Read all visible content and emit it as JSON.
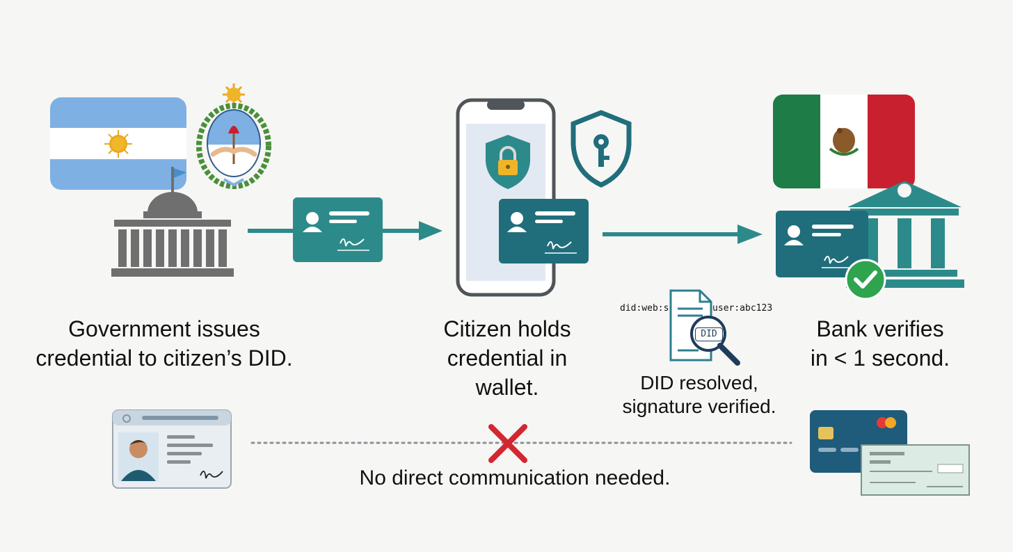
{
  "steps": {
    "government": {
      "caption_line1": "Government issues",
      "caption_line2": "credential to citizen’s DID."
    },
    "citizen": {
      "caption_line1": "Citizen holds",
      "caption_line2": "credential in",
      "caption_line3": "wallet."
    },
    "bank": {
      "caption_line1": "Bank verifies",
      "caption_line2": "in < 1 second."
    }
  },
  "resolver": {
    "did_string": "did:web:sovra.io:user:abc123",
    "doc_label": "DID",
    "caption_line1": "DID resolved,",
    "caption_line2": "signature verified."
  },
  "bottom": {
    "note": "No direct communication needed."
  },
  "colors": {
    "teal": "#2d8a8a",
    "dark_teal": "#1f6f7a",
    "argentina_blue": "#7fb0e3",
    "mexico_green": "#1e7d46",
    "mexico_red": "#c8202e",
    "cross_red": "#d32630",
    "check_green": "#2ea44f",
    "building_gray": "#6f6f6f"
  },
  "icons": [
    "argentina-flag-icon",
    "argentina-coat-of-arms-icon",
    "government-building-icon",
    "credential-card-icon",
    "smartphone-icon",
    "shield-lock-icon",
    "shield-key-icon",
    "mexico-flag-icon",
    "bank-building-icon",
    "checkmark-icon",
    "did-document-icon",
    "magnifier-icon",
    "id-card-icon",
    "cross-icon",
    "bank-card-icon",
    "cheque-icon"
  ]
}
